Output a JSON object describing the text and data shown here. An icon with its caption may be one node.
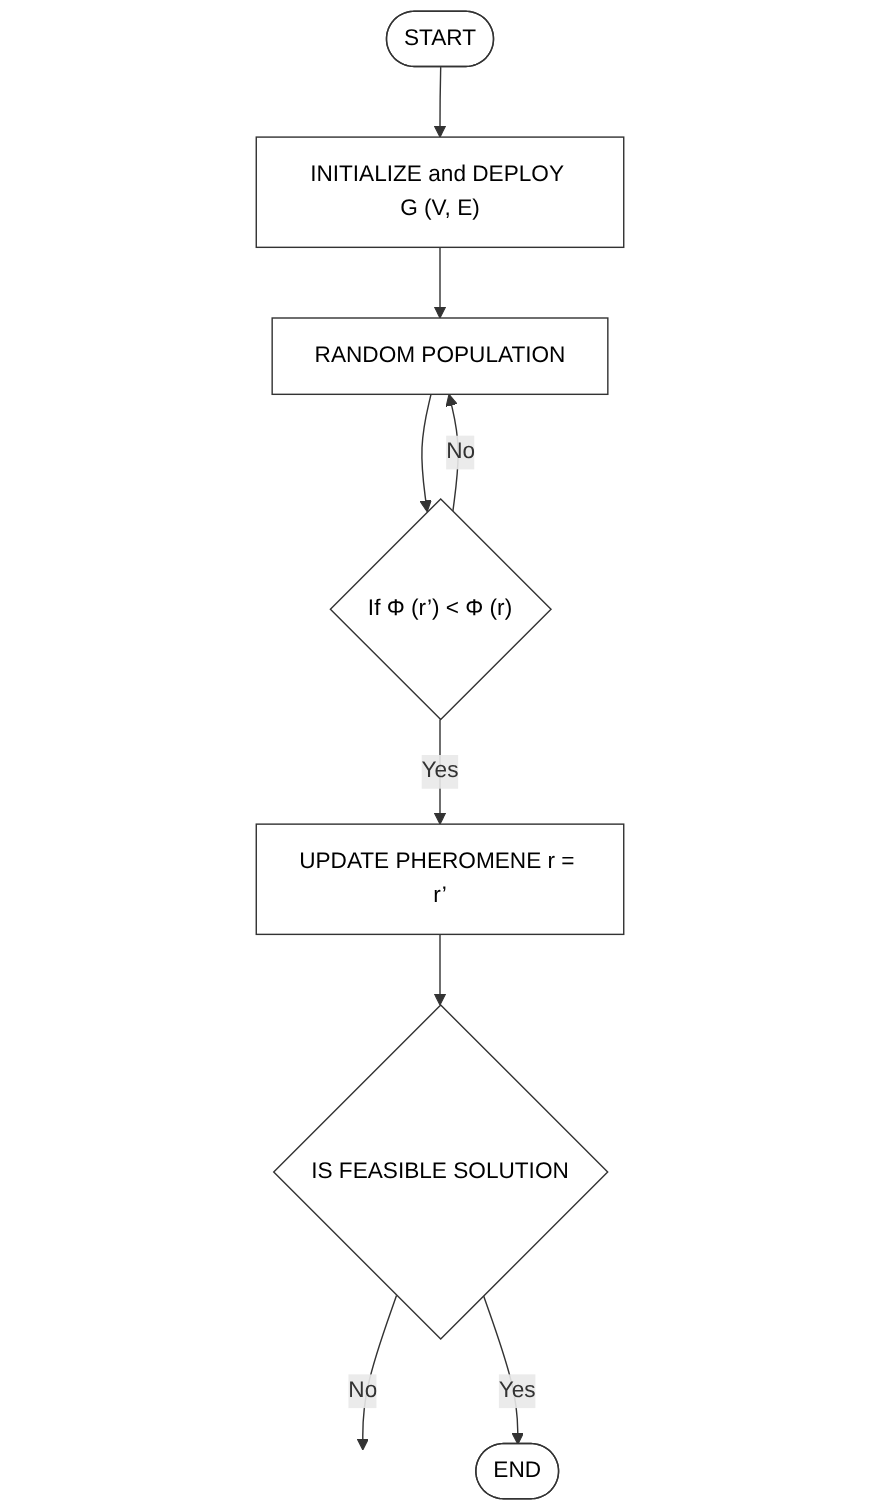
{
  "diagram": {
    "nodes": [
      {
        "text": [
          "START"
        ]
      },
      {
        "text": [
          "INITIALIZE and DEPLOY G (V, E)"
        ]
      },
      {
        "text": [
          "RANDOM POPULATION"
        ]
      },
      {
        "text": [
          "If Φ (r’) < Φ (r)"
        ]
      },
      {
        "text": [
          "UPDATE PHEROMENE r = r’"
        ]
      },
      {
        "text": [
          "IS FEASIBLE SOLUTION"
        ]
      },
      {
        "text": [
          "END"
        ]
      }
    ],
    "edges": [
      {
        "from": 0,
        "to": 1,
        "arrow": "to"
      },
      {
        "from": 1,
        "to": 2,
        "arrow": "to"
      },
      {
        "from": 2,
        "to": 3,
        "arrow": "to"
      },
      {
        "from": 3,
        "to": 2,
        "label": "No",
        "arrow": "to"
      },
      {
        "from": 3,
        "to": 4,
        "label": "Yes",
        "arrow": "to"
      },
      {
        "from": 4,
        "to": 5,
        "arrow": "to"
      },
      {
        "from": 5,
        "to": null,
        "label": "No",
        "arrow": "to"
      },
      {
        "from": 5,
        "to": 6,
        "label": "Yes",
        "arrow": "to"
      }
    ]
  }
}
